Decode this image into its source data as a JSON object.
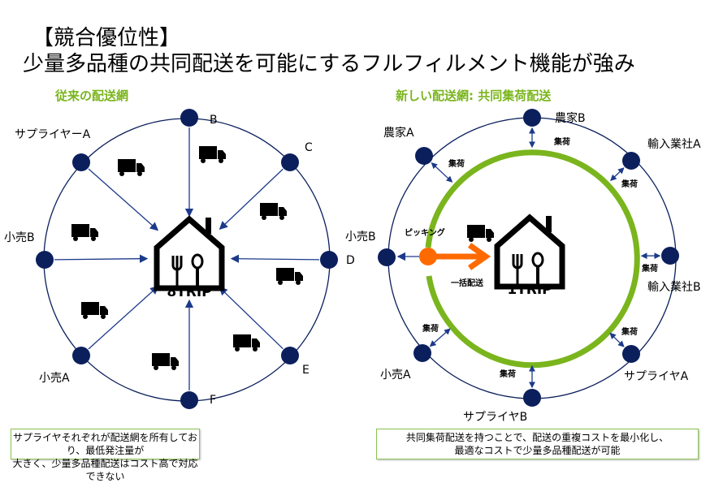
{
  "title": {
    "line1": "【競合優位性】",
    "line2": "少量多品種の共同配送を可能にするフルフィルメント機能が強み"
  },
  "left": {
    "heading": "従来の配送網",
    "center_label": "8TRIP",
    "nodes": [
      "B",
      "C",
      "D",
      "E",
      "F",
      "小売A",
      "小売B",
      "サプライヤーA"
    ],
    "note_line1": "サプライヤそれぞれが配送網を所有しており、最低発注量が",
    "note_line2": "大きく、少量多品種配送はコスト高で対応できない"
  },
  "right": {
    "heading": "新しい配送網: 共同集荷配送",
    "center_label": "1TRIP",
    "nodes": [
      "農家B",
      "輸入業社A",
      "輸入業社B",
      "サプライヤA",
      "サプライヤB",
      "小売A",
      "小売B",
      "農家A"
    ],
    "pickup_label": "集荷",
    "picking_label": "ピッキング",
    "bulk_label": "一括配送",
    "note_line1": "共同集荷配送を持つことで、配送の重複コストを最小化し、",
    "note_line2": "最適なコストで少量多品種配送が可能"
  },
  "colors": {
    "node": "#0b1f5c",
    "ring": "#7ab51d",
    "accent": "#ff6a00"
  }
}
